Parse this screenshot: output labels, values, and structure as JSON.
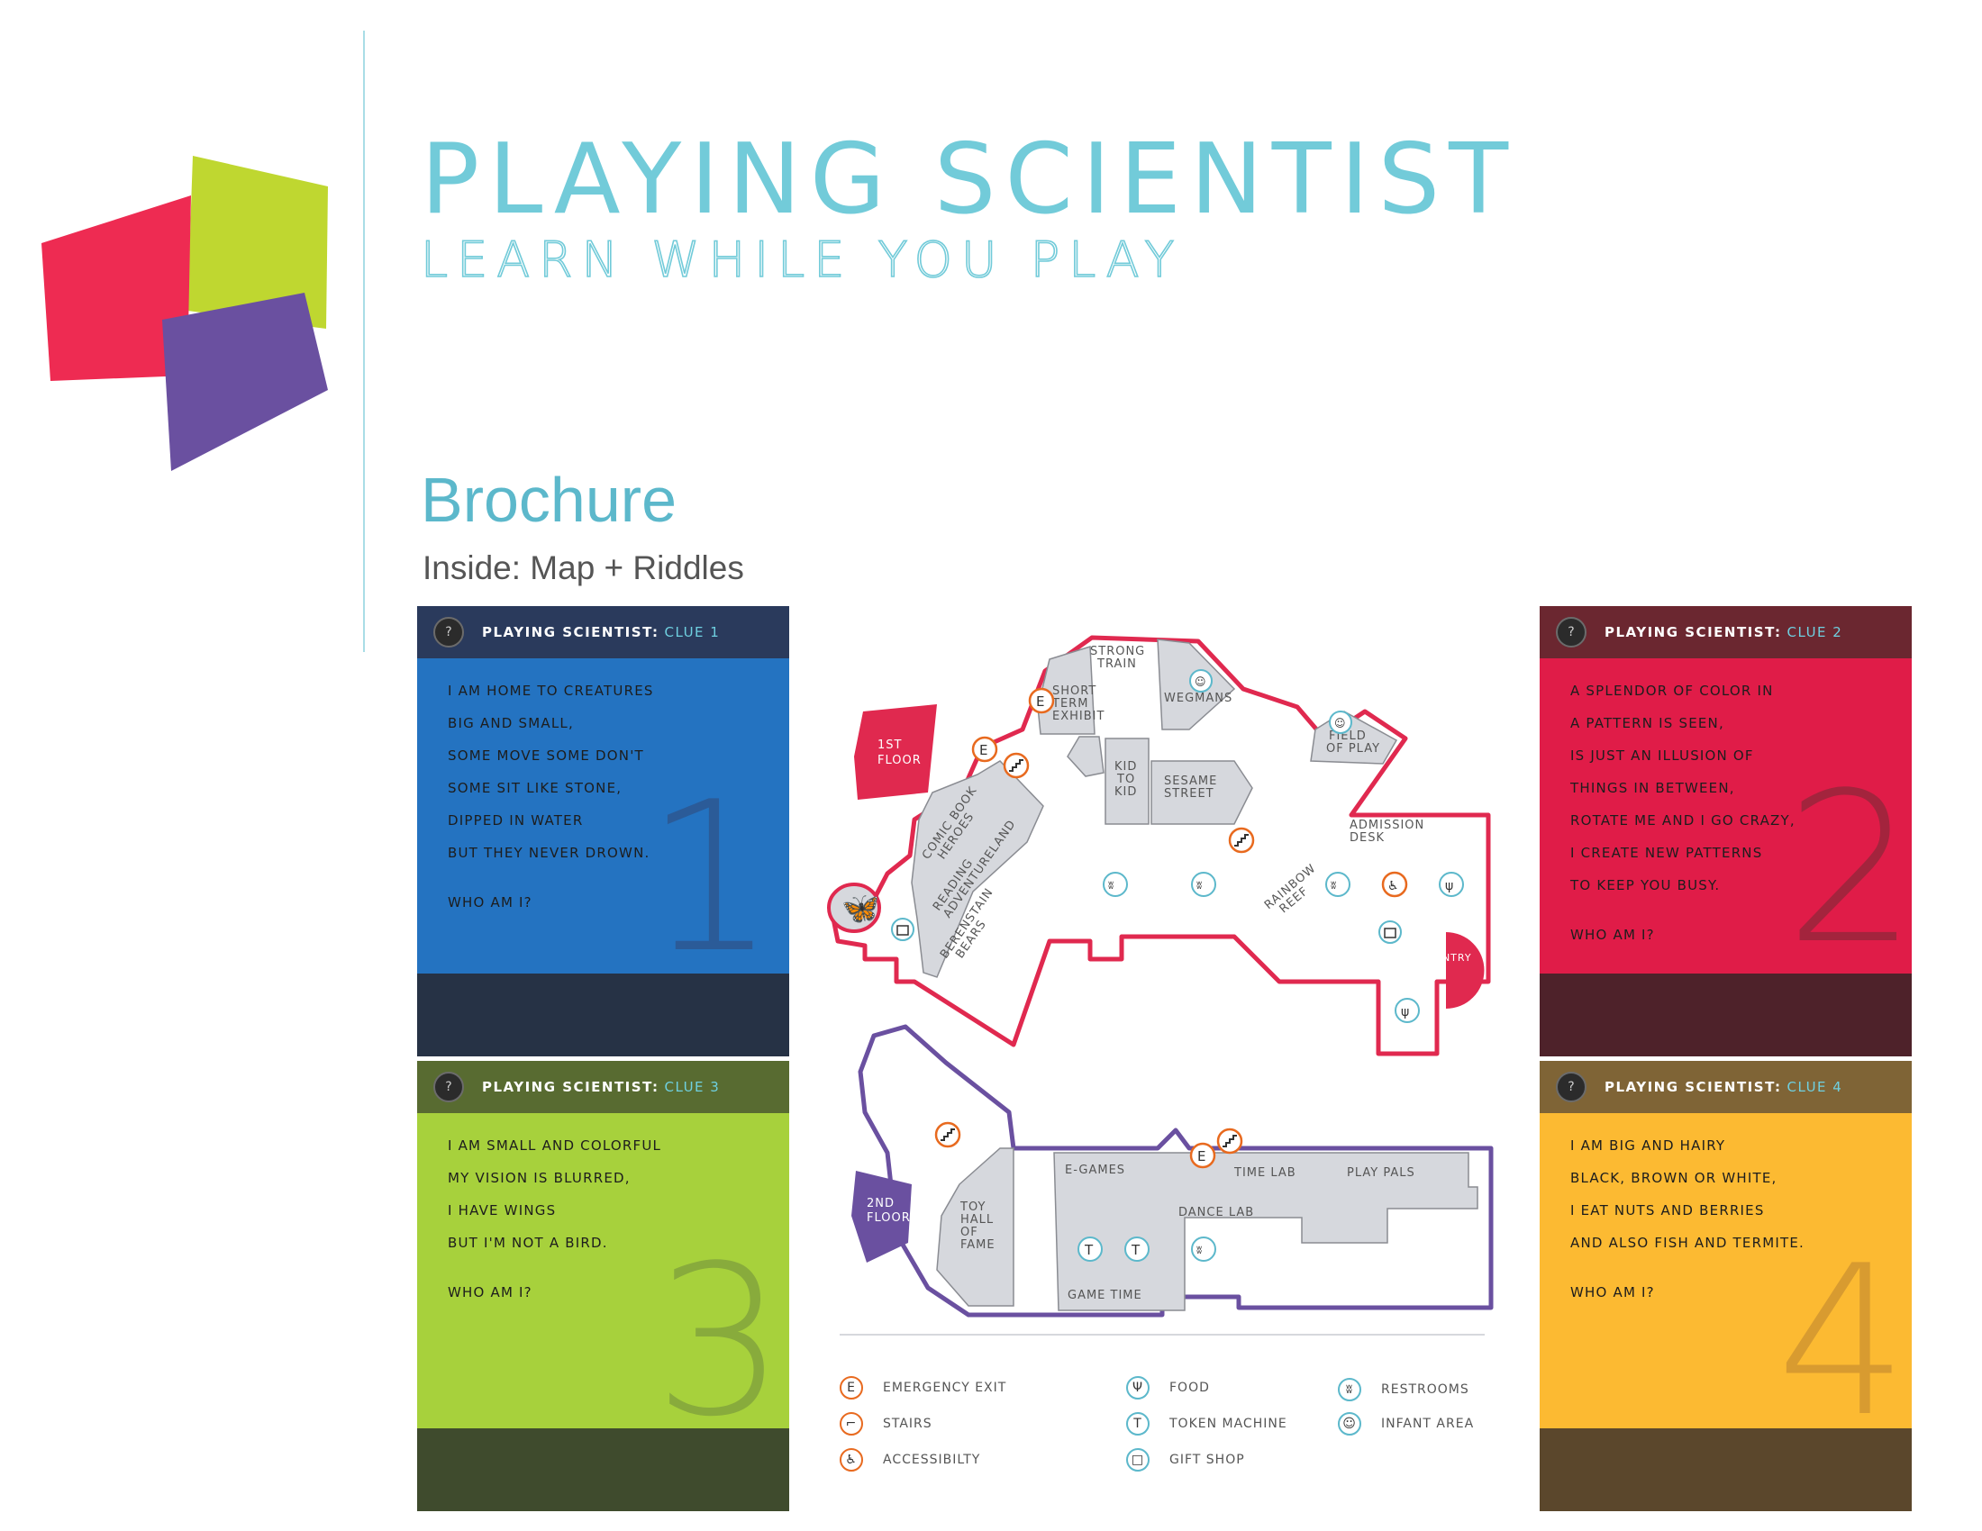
{
  "header": {
    "title": "PLAYING SCIENTIST",
    "subtitle": "LEARN WHILE YOU PLAY",
    "section": "Brochure",
    "section_sub": "Inside: Map + Riddles"
  },
  "logo": {
    "colors": [
      "#ee2b52",
      "#bfd730",
      "#6a50a0"
    ]
  },
  "cards": [
    {
      "title": "PLAYING SCIENTIST:",
      "clue": "CLUE 1",
      "lines": [
        "I AM HOME TO CREATURES",
        "BIG AND SMALL,",
        "SOME MOVE SOME DON'T",
        "SOME SIT LIKE STONE,",
        "DIPPED IN WATER",
        "BUT THEY NEVER DROWN."
      ],
      "question": "WHO AM I?",
      "number": "1",
      "colors": {
        "header": "#2a3a5c",
        "body": "#2473c1",
        "footer": "#263245",
        "number": "#2b5b98"
      }
    },
    {
      "title": "PLAYING SCIENTIST:",
      "clue": "CLUE 2",
      "lines": [
        "A SPLENDOR OF COLOR IN",
        "A PATTERN IS SEEN,",
        "IS JUST AN ILLUSION OF",
        "THINGS IN BETWEEN,",
        "ROTATE ME AND I GO CRAZY,",
        "I CREATE NEW PATTERNS",
        "TO KEEP YOU BUSY."
      ],
      "question": "WHO AM I?",
      "number": "2",
      "colors": {
        "header": "#6b2730",
        "body": "#e01c48",
        "footer": "#4e222a",
        "number": "#a3243d"
      }
    },
    {
      "title": "PLAYING SCIENTIST:",
      "clue": "CLUE 3",
      "lines": [
        "I AM SMALL AND COLORFUL",
        "MY VISION IS BLURRED,",
        "I HAVE WINGS",
        "BUT I'M NOT A BIRD."
      ],
      "question": "WHO AM I?",
      "number": "3",
      "colors": {
        "header": "#586b31",
        "body": "#a7d13c",
        "footer": "#3f4b2d",
        "number": "#88ab3c"
      }
    },
    {
      "title": "PLAYING SCIENTIST:",
      "clue": "CLUE 4",
      "lines": [
        "I AM BIG AND HAIRY",
        "BLACK, BROWN OR WHITE,",
        "I EAT NUTS AND BERRIES",
        "AND ALSO FISH AND TERMITE."
      ],
      "question": "WHO AM I?",
      "number": "4",
      "colors": {
        "header": "#7f6436",
        "body": "#fcba32",
        "footer": "#5b472c",
        "number": "#d89b30"
      }
    }
  ],
  "map": {
    "floor1": {
      "badge": [
        "1ST",
        "FLOOR"
      ],
      "areas": {
        "strong_train": [
          "STRONG",
          "TRAIN"
        ],
        "short_term": [
          "SHORT",
          "TERM",
          "EXHIBIT"
        ],
        "wegmans": "WEGMANS",
        "field_of_play": [
          "FIELD",
          "OF PLAY"
        ],
        "kid_to_kid": [
          "KID",
          "TO",
          "KID"
        ],
        "sesame": [
          "SESAME",
          "STREET"
        ],
        "admission": [
          "ADMISSION",
          "DESK"
        ],
        "comic": [
          "COMIC BOOK",
          "HEROES"
        ],
        "reading": [
          "READING",
          "ADVENTURELAND"
        ],
        "berenstain": [
          "BERENSTAIN",
          "BEARS"
        ],
        "rainbow": [
          "RAINBOW",
          "REEF"
        ],
        "entry": "ENTRY"
      }
    },
    "floor2": {
      "badge": [
        "2ND",
        "FLOOR"
      ],
      "areas": {
        "egames": "E-GAMES",
        "time_lab": "TIME LAB",
        "play_pals": "PLAY PALS",
        "dance_lab": "DANCE LAB",
        "toy_hall": [
          "TOY",
          "HALL",
          "OF",
          "FAME"
        ],
        "game_time": "GAME TIME"
      }
    },
    "legend": [
      {
        "label": "EMERGENCY EXIT",
        "icon": "emergency-exit-icon",
        "glyph": "E"
      },
      {
        "label": "STAIRS",
        "icon": "stairs-icon",
        "glyph": "⌐"
      },
      {
        "label": "ACCESSIBILTY",
        "icon": "accessibility-icon",
        "glyph": "♿"
      },
      {
        "label": "FOOD",
        "icon": "food-icon",
        "glyph": "ψ"
      },
      {
        "label": "TOKEN MACHINE",
        "icon": "token-machine-icon",
        "glyph": "T"
      },
      {
        "label": "GIFT SHOP",
        "icon": "gift-shop-icon",
        "glyph": "□"
      },
      {
        "label": "RESTROOMS",
        "icon": "restrooms-icon",
        "glyph": "ʬ"
      },
      {
        "label": "INFANT AREA",
        "icon": "infant-area-icon",
        "glyph": "☺"
      }
    ]
  }
}
